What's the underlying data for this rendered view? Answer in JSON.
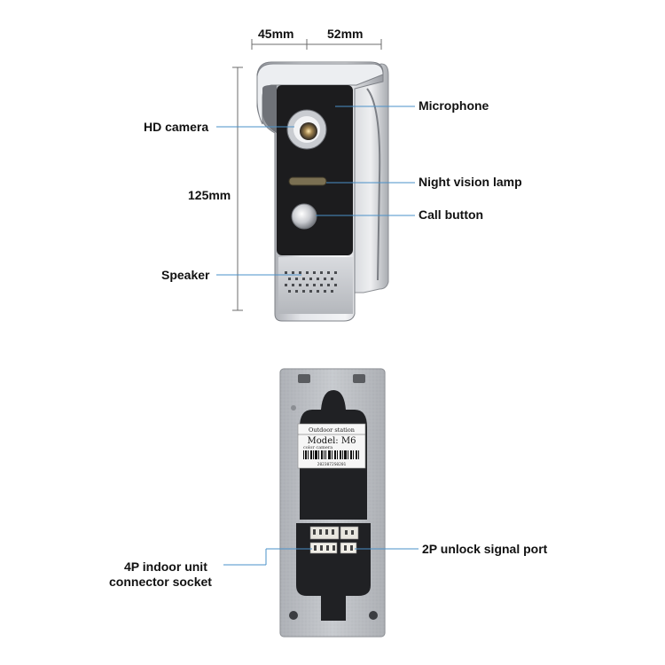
{
  "dimensions": {
    "depth": "45mm",
    "width": "52mm",
    "height": "125mm"
  },
  "front_callouts": {
    "microphone": "Microphone",
    "hd_camera": "HD camera",
    "night_vision_lamp": "Night vision lamp",
    "call_button": "Call button",
    "speaker": "Speaker"
  },
  "back_callouts": {
    "unlock_port": "2P unlock signal port",
    "indoor_socket_line1": "4P indoor unit",
    "indoor_socket_line2": "connector socket"
  },
  "sticker": {
    "header": "Outdoor station",
    "model": "Model: M6",
    "type": "color camera",
    "serial": "2023072S0201"
  },
  "colors": {
    "callout_line": "#4a90c8",
    "panel_black": "#1c1c1e",
    "housing_silver": "#c9ccd1"
  }
}
